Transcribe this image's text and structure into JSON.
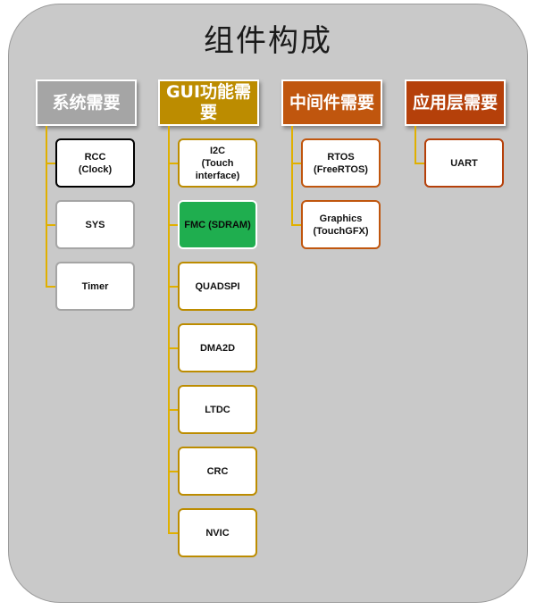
{
  "title": "组件构成",
  "columns": [
    {
      "header": "系统需要",
      "header_color": "#a5a5a5",
      "line_color": "#e0b000",
      "items": [
        {
          "label": "RCC\n(Clock)",
          "style": "selected"
        },
        {
          "label": "SYS",
          "style": "normal"
        },
        {
          "label": "Timer",
          "style": "normal"
        }
      ]
    },
    {
      "header": "GUI功能需要",
      "header_color": "#bc8c00",
      "line_color": "#e0b000",
      "items": [
        {
          "label": "I2C\n(Touch\ninterface)",
          "style": "normal"
        },
        {
          "label": "FMC (SDRAM)",
          "style": "highlight"
        },
        {
          "label": "QUADSPI",
          "style": "normal"
        },
        {
          "label": "DMA2D",
          "style": "normal"
        },
        {
          "label": "LTDC",
          "style": "normal"
        },
        {
          "label": "CRC",
          "style": "normal"
        },
        {
          "label": "NVIC",
          "style": "normal"
        }
      ]
    },
    {
      "header": "中间件需要",
      "header_color": "#c0560e",
      "line_color": "#e0b000",
      "items": [
        {
          "label": "RTOS\n(FreeRTOS)",
          "style": "normal"
        },
        {
          "label": "Graphics\n(TouchGFX)",
          "style": "normal"
        }
      ]
    },
    {
      "header": "应用层需要",
      "header_color": "#b5400a",
      "line_color": "#e0b000",
      "items": [
        {
          "label": "UART",
          "style": "normal"
        }
      ]
    }
  ],
  "colors": {
    "panel": "#c9c9c9",
    "highlight_fill": "#1fae4f",
    "selected_border": "#000000"
  }
}
